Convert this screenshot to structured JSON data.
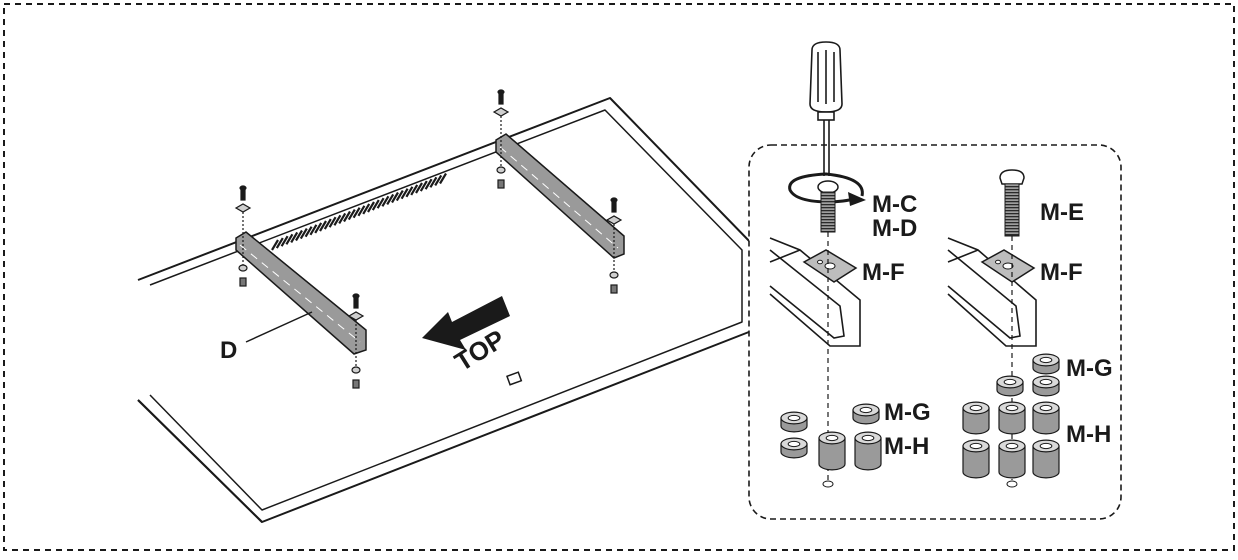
{
  "labels": {
    "bracket": "D",
    "top": "TOP",
    "mc": "M-C",
    "md": "M-D",
    "me": "M-E",
    "mf_left": "M-F",
    "mf_right": "M-F",
    "mg_left": "M-G",
    "mh_left": "M-H",
    "mg_right": "M-G",
    "mh_right": "M-H"
  },
  "colors": {
    "line": "#1a1a1a",
    "metal_fill": "#bdbdbd",
    "spacer_fill": "#9a9a9a",
    "bracket_fill": "#8a8a8a"
  }
}
